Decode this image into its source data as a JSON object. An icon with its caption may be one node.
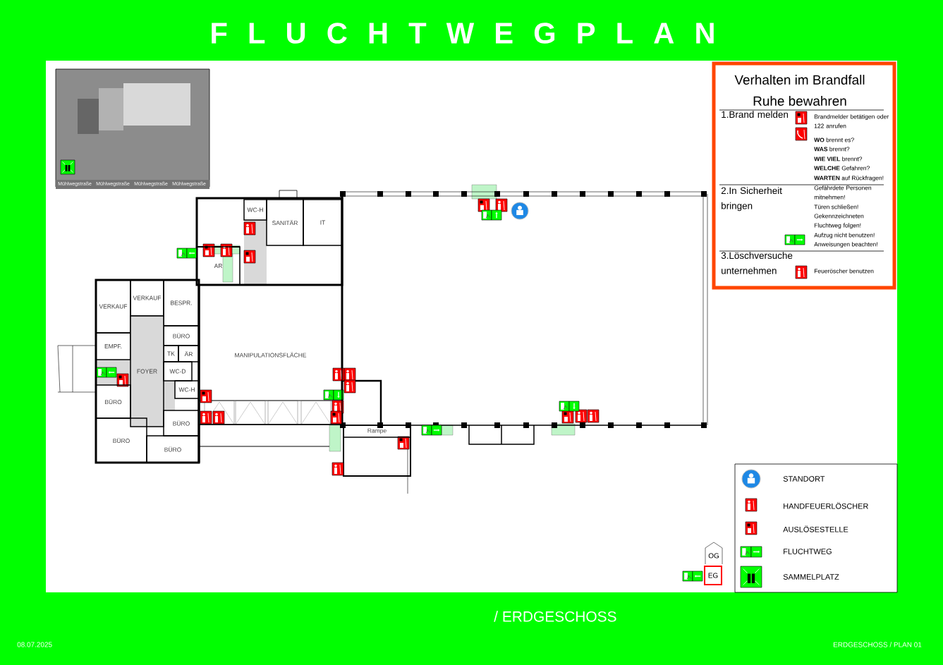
{
  "diagram": {
    "nodes": [
      {
        "text": [
          "Verhalten im Brandfall",
          "Ruhe bewahren",
          "1.Brand melden",
          "Brandmelder betätigen oder 122 anrufen",
          "**WO** brennt es?",
          "**WAS** brennt?",
          "**WIE VIEL** brennt?",
          "**WELCHE** Gefahren?",
          "**WARTEN** auf Rückfragen!",
          "2.In Sicherheit bringen",
          "Gefährdete Personen mitnehmen!",
          "Türen schließen!",
          "Gekennzeichneten Fluchtweg folgen!",
          "Aufzug nicht benutzen!",
          "Anweisungen beachten!",
          "3.Löschversuche unternehmen",
          "Feueröscher benutzen"
        ]
      },
      {
        "text": [
          "WC-H"
        ]
      },
      {
        "text": [
          "SANITÄR"
        ]
      },
      {
        "text": [
          "IT"
        ]
      },
      {
        "text": [
          "AR"
        ]
      },
      {
        "text": [
          "VERKAUF"
        ]
      },
      {
        "text": [
          "VERKAUF"
        ]
      },
      {
        "text": [
          "BESPR."
        ]
      },
      {
        "text": [
          "BÜRO"
        ]
      },
      {
        "text": [
          "MANIPULATIONSFLÄCHE"
        ]
      },
      {
        "text": [
          "EMPF."
        ]
      },
      {
        "text": [
          "TK"
        ]
      },
      {
        "text": [
          "ÄR"
        ]
      },
      {
        "text": [
          "FOYER"
        ]
      },
      {
        "text": [
          "WC-D"
        ]
      },
      {
        "text": [
          "WC-H"
        ]
      },
      {
        "text": [
          "BÜRO"
        ]
      },
      {
        "text": [
          "BÜRO"
        ]
      },
      {
        "text": [
          "Rampe"
        ]
      },
      {
        "text": [
          "BÜRO"
        ]
      },
      {
        "text": [
          "BÜRO"
        ]
      },
      {
        "text": [
          "OG"
        ]
      },
      {
        "text": [
          "EG"
        ]
      }
    ],
    "labels": [
      "F L U C H T W E G P L A N",
      "Mühlwegstraße",
      "Mühlwegstraße",
      "Mühlwegstraße",
      "Mühlwegstraße",
      "/ ERDGESCHOSS",
      "08.07.2025",
      "ERDGESCHOSS / PLAN 01"
    ],
    "legend": [
      {
        "text": "STANDORT"
      },
      {
        "text": "HANDFEUERLÖSCHER"
      },
      {
        "text": "AUSLÖSESTELLE"
      },
      {
        "text": "FLUCHTWEG"
      },
      {
        "text": "SAMMELPLATZ"
      }
    ]
  }
}
